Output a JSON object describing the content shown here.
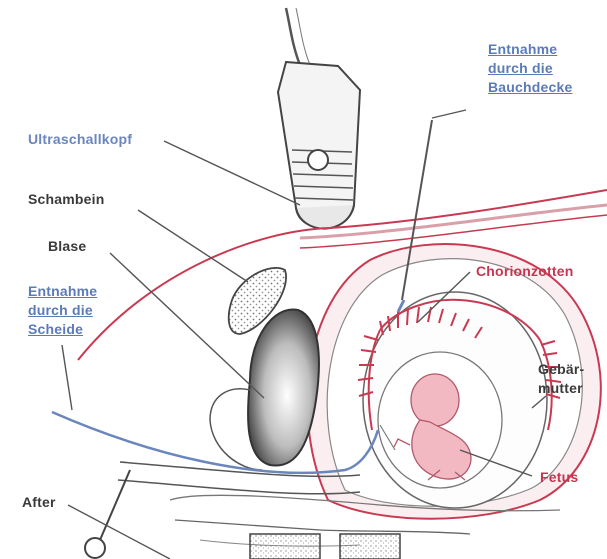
{
  "diagram": {
    "labels": {
      "abdominal_sampling": [
        "Entnahme",
        "durch die",
        "Bauchdecke"
      ],
      "vaginal_sampling": [
        "Entnahme",
        "durch die",
        "Scheide"
      ],
      "ultrasound_head": "Ultraschallkopf",
      "pubic_bone": "Schambein",
      "bladder": "Blase",
      "chorionic_villi": "Chorionzotten",
      "uterus": [
        "Gebär-",
        "mutter"
      ],
      "fetus": "Fetus",
      "anus": "After"
    },
    "colors": {
      "link_label": "#5b7bb8",
      "blue_label": "#6a86bd",
      "dark_label": "#3a3a3a",
      "red_label": "#c8344f",
      "tissue_red": "#c93a52",
      "fetus_pink": "#f2b9c3",
      "line": "#555555"
    },
    "icons": [
      "ultrasound-probe-icon",
      "needle-icon",
      "catheter-icon"
    ]
  }
}
